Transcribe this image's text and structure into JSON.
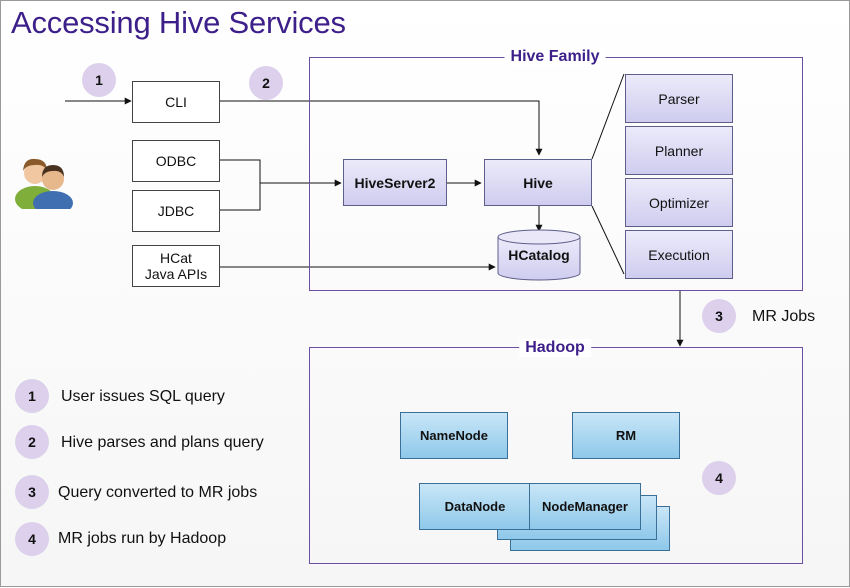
{
  "title": "Accessing Hive Services",
  "hive_family": {
    "label": "Hive Family",
    "hiveserver2": "HiveServer2",
    "hive": "Hive",
    "hcatalog": "HCatalog",
    "components": [
      "Parser",
      "Planner",
      "Optimizer",
      "Execution"
    ]
  },
  "clients": {
    "cli": "CLI",
    "odbc": "ODBC",
    "jdbc": "JDBC",
    "hcat_line1": "HCat",
    "hcat_line2": "Java APIs"
  },
  "hadoop": {
    "label": "Hadoop",
    "namenode": "NameNode",
    "rm": "RM",
    "datanode": "DataNode",
    "nodemanager": "NodeManager"
  },
  "markers": {
    "one": "1",
    "two": "2",
    "three": "3",
    "four": "4"
  },
  "mr_jobs": "MR Jobs",
  "legend": [
    {
      "num": "1",
      "text": "User issues SQL query"
    },
    {
      "num": "2",
      "text": "Hive parses and plans query"
    },
    {
      "num": "3",
      "text": "Query converted to MR jobs"
    },
    {
      "num": "4",
      "text": "MR jobs run by Hadoop"
    }
  ],
  "colors": {
    "title": "#3d1f8a",
    "hive_box_fill": "#d5d2f0",
    "hadoop_box_fill": "#a8d5ef",
    "marker_fill": "#dcd0ec"
  },
  "icons": {
    "users": "users-icon"
  }
}
